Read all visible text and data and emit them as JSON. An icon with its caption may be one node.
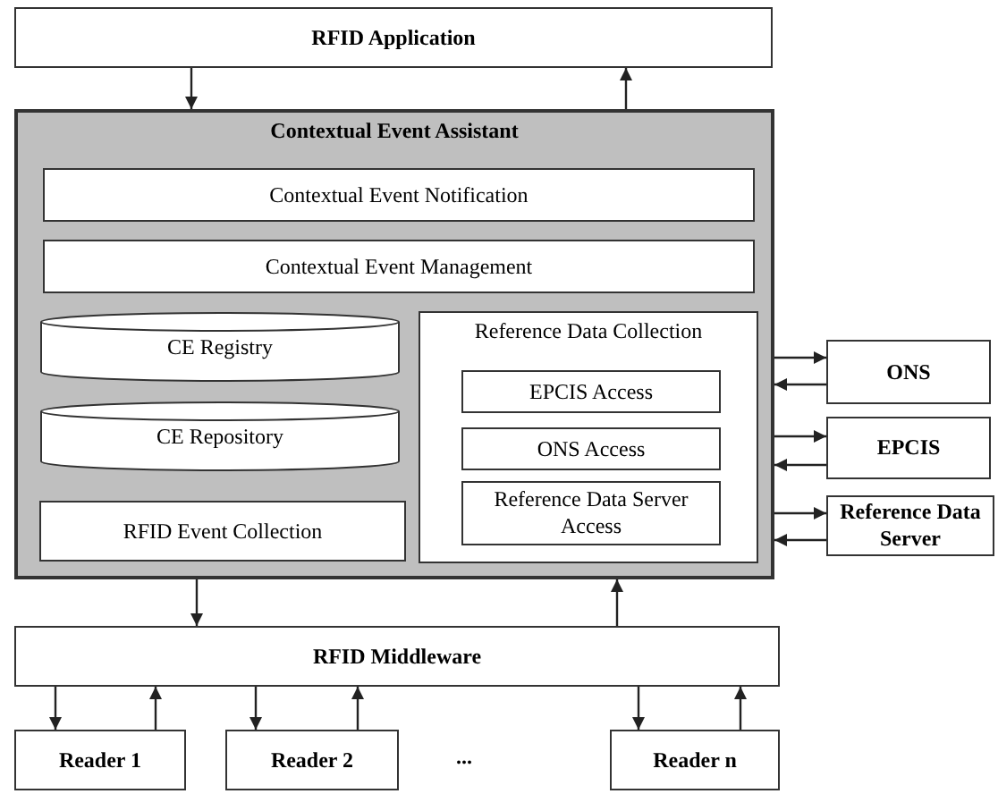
{
  "diagram": {
    "nodes": [
      {
        "text": [
          "RFID Application"
        ]
      },
      {
        "text": [
          "Contextual Event Assistant"
        ]
      },
      {
        "text": [
          "Contextual Event Notification"
        ],
        "in": 1
      },
      {
        "text": [
          "Contextual Event Management"
        ],
        "in": 1
      },
      {
        "text": [
          "CE Registry"
        ],
        "in": 1
      },
      {
        "text": [
          "CE Repository"
        ],
        "in": 1
      },
      {
        "text": [
          "RFID Event Collection"
        ],
        "in": 1
      },
      {
        "text": [
          "Reference Data Collection"
        ],
        "in": 1
      },
      {
        "text": [
          "EPCIS Access"
        ],
        "in": 7
      },
      {
        "text": [
          "ONS Access"
        ],
        "in": 7
      },
      {
        "text": [
          "Reference Data Server Access"
        ],
        "in": 7
      },
      {
        "text": [
          "ONS"
        ]
      },
      {
        "text": [
          "EPCIS"
        ]
      },
      {
        "text": [
          "Reference Data Server"
        ]
      },
      {
        "text": [
          "RFID Middleware"
        ]
      },
      {
        "text": [
          "Reader 1"
        ]
      },
      {
        "text": [
          "Reader 2"
        ]
      },
      {
        "text": [
          "Reader n"
        ]
      }
    ],
    "edges": [
      {
        "from": 0,
        "to": 1,
        "arrow": "to"
      },
      {
        "from": 1,
        "to": 0,
        "arrow": "to"
      },
      {
        "from": 1,
        "to": 11,
        "arrow": "to"
      },
      {
        "from": 11,
        "to": 1,
        "arrow": "to"
      },
      {
        "from": 1,
        "to": 12,
        "arrow": "to"
      },
      {
        "from": 12,
        "to": 1,
        "arrow": "to"
      },
      {
        "from": 1,
        "to": 13,
        "arrow": "to"
      },
      {
        "from": 13,
        "to": 1,
        "arrow": "to"
      },
      {
        "from": 1,
        "to": 14,
        "arrow": "to"
      },
      {
        "from": 14,
        "to": 1,
        "arrow": "to"
      },
      {
        "from": 14,
        "to": 15,
        "arrow": "to"
      },
      {
        "from": 15,
        "to": 14,
        "arrow": "to"
      },
      {
        "from": 14,
        "to": 16,
        "arrow": "to"
      },
      {
        "from": 16,
        "to": 14,
        "arrow": "to"
      },
      {
        "from": 14,
        "to": 17,
        "arrow": "to"
      },
      {
        "from": 17,
        "to": 14,
        "arrow": "to"
      }
    ],
    "labels": [
      "..."
    ]
  }
}
